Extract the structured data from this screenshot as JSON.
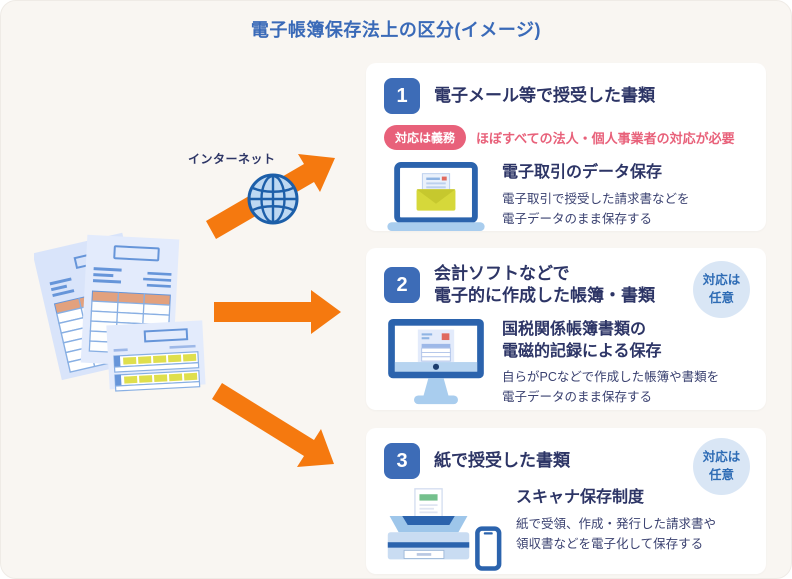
{
  "page": {
    "title": "電子帳簿保存法上の区分(イメージ)"
  },
  "illustration": {
    "internet_label": "インターネット"
  },
  "cards": [
    {
      "number": "1",
      "title": "電子メール等で授受した書類",
      "obligation_badge": "対応は義務",
      "obligation_note": "ほぼすべての法人・個人事業者の対応が必要",
      "icon": "laptop-email-icon",
      "heading": "電子取引のデータ保存",
      "body": "電子取引で授受した請求書などを\n電子データのまま保存する"
    },
    {
      "number": "2",
      "title": "会計ソフトなどで\n電子的に作成した帳簿・書類",
      "option_badge": "対応は\n任意",
      "icon": "desktop-pc-icon",
      "heading": "国税関係帳簿書類の\n電磁的記録による保存",
      "body": "自らがPCなどで作成した帳簿や書類を\n電子データのまま保存する"
    },
    {
      "number": "3",
      "title": "紙で授受した書類",
      "option_badge": "対応は\n任意",
      "icon": "scanner-icon",
      "heading": "スキャナ保存制度",
      "body": "紙で受領、作成・発行した請求書や\n領収書などを電子化して保存する"
    }
  ],
  "colors": {
    "accent": "#3a6ab8",
    "navy": "#2d3566",
    "red": "#e8617a",
    "orange": "#f5790f",
    "number-badge": "#3d6cb7",
    "badge-blue-bg": "#d9e6f5",
    "badge-blue-text": "#2e6cb5",
    "page-bg": "#f9f6f2",
    "icon-blue": "#2b63ad",
    "icon-light-blue": "#a9cdee"
  }
}
